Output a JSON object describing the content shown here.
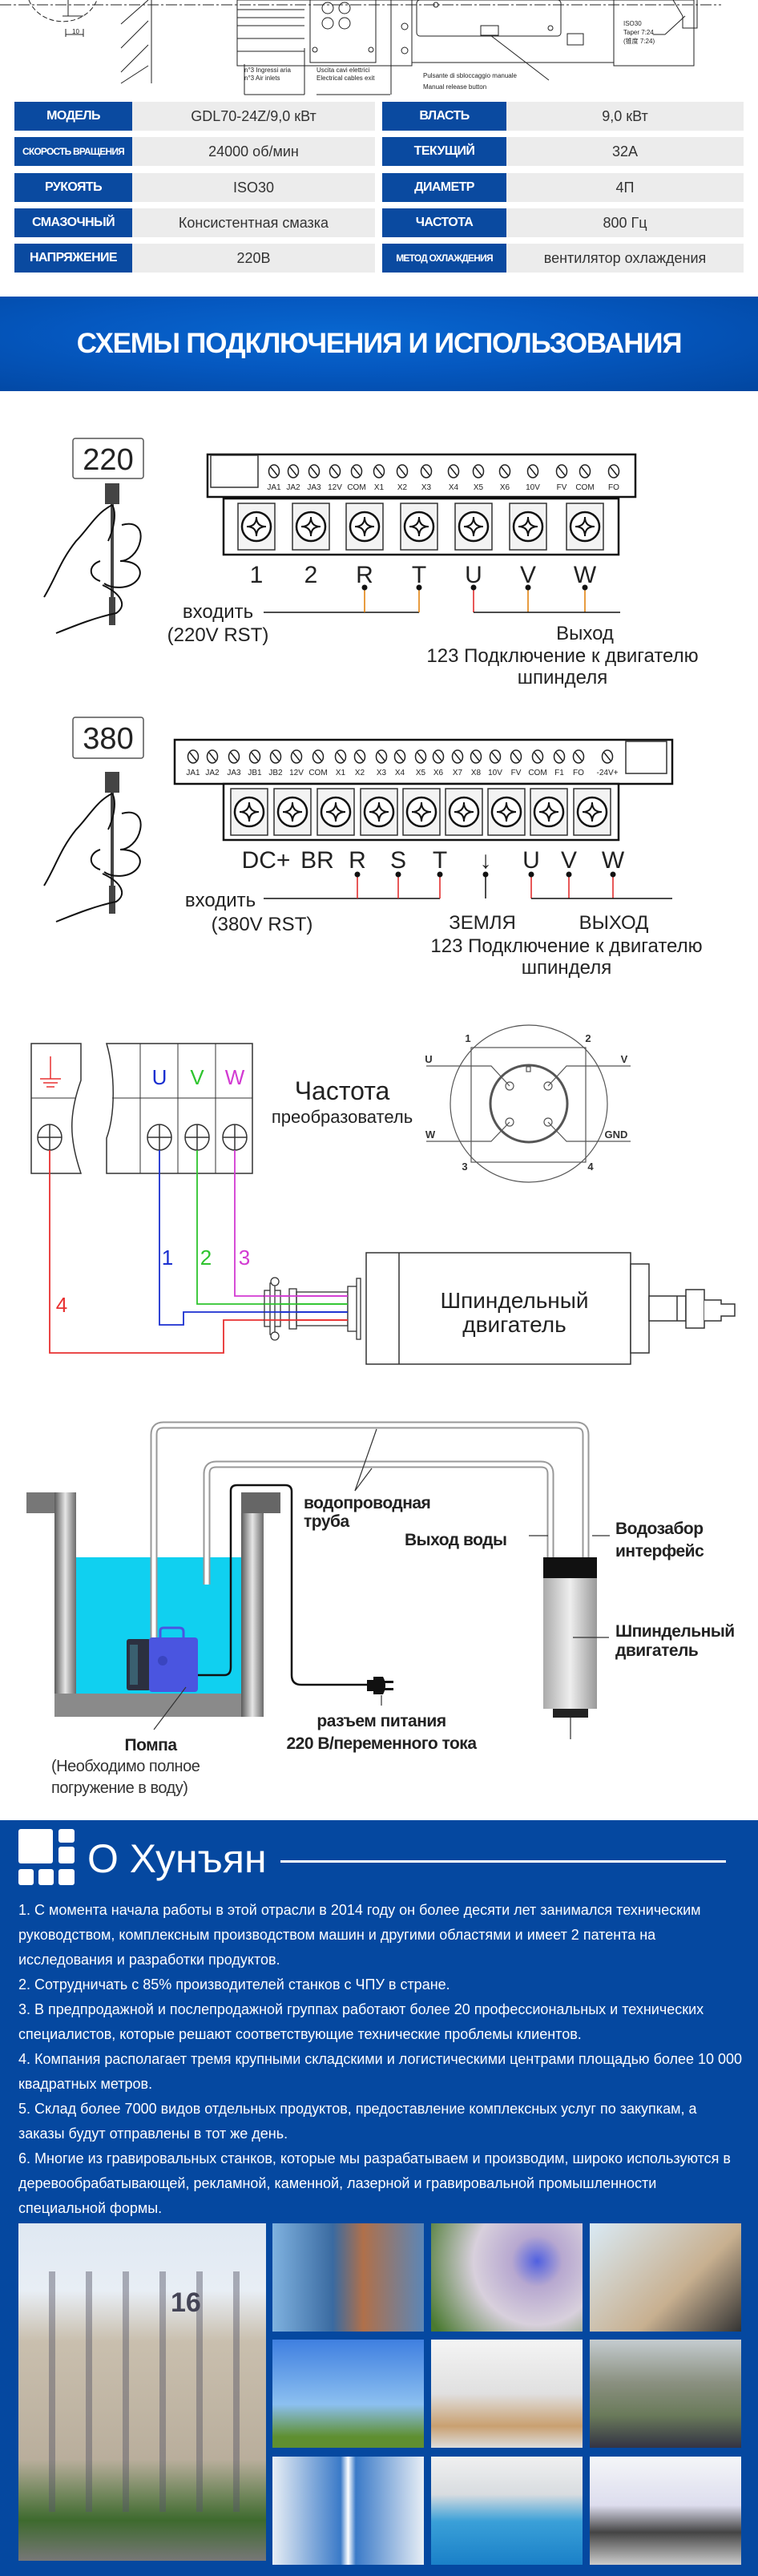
{
  "drawing": {
    "air_inlets_it": "n°3 Ingressi aria",
    "air_inlets_en": "n°3 Air inlets",
    "cables_it": "Uscita cavi elettrici",
    "cables_en": "Electrical cables exit",
    "release_it": "Pulsante di sbloccaggio manuale",
    "release_en": "Manual release button",
    "taper_1": "ISO30",
    "taper_2": "Taper 7:24",
    "taper_3": "(锥度 7:24)",
    "dim": "10"
  },
  "specs": [
    {
      "left_label": "МОДЕЛЬ",
      "left_value": "GDL70-24Z/9,0 кВт",
      "right_label": "ВЛАСТЬ",
      "right_value": "9,0 кВт"
    },
    {
      "left_label": "СКОРОСТЬ ВРАЩЕНИЯ",
      "left_value": "24000 об/мин",
      "right_label": "ТЕКУЩИЙ",
      "right_value": "32A"
    },
    {
      "left_label": "РУКОЯТЬ",
      "left_value": "ISO30",
      "right_label": "ДИАМЕТР",
      "right_value": "4П"
    },
    {
      "left_label": "СМАЗОЧНЫЙ",
      "left_value": "Консистентная смазка",
      "right_label": "ЧАСТОТА",
      "right_value": "800 Гц"
    },
    {
      "left_label": "НАПРЯЖЕНИЕ",
      "left_value": "220В",
      "right_label": "МЕТОД ОХЛАЖДЕНИЯ",
      "right_value": "вентилятор охлаждения"
    }
  ],
  "banner": {
    "title": "СХЕМЫ ПОДКЛЮЧЕНИЯ И ИСПОЛЬЗОВАНИЯ"
  },
  "wiring_220": {
    "voltage": "220",
    "control_terminals": [
      "JA1",
      "JA2",
      "JA3",
      "12V",
      "COM",
      "X1",
      "X2",
      "X3",
      "X4",
      "X5",
      "X6",
      "10V",
      "FV",
      "COM",
      "FO"
    ],
    "power_terminals": [
      "1",
      "2",
      "R",
      "T",
      "U",
      "V",
      "W"
    ],
    "input_label": "входить",
    "input_sub": "(220V RST)",
    "output_label": "Выход",
    "output_desc_1": "123 Подключение к двигателю",
    "output_desc_2": "шпинделя"
  },
  "wiring_380": {
    "voltage": "380",
    "control_terminals": [
      "JA1",
      "JA2",
      "JA3",
      "JB1",
      "JB2",
      "12V",
      "COM",
      "X1",
      "X2",
      "X3",
      "X4",
      "X5",
      "X6",
      "X7",
      "X8",
      "10V",
      "FV",
      "COM",
      "F1",
      "FO",
      "-24V+"
    ],
    "power_terminals": [
      "DC+",
      "BR",
      "R",
      "S",
      "T",
      "↓",
      "U",
      "V",
      "W"
    ],
    "input_label": "входить",
    "input_sub": "(380V RST)",
    "ground_label": "ЗЕМЛЯ",
    "output_label": "ВЫХОД",
    "output_desc_1": "123 Подключение к двигателю",
    "output_desc_2": "шпинделя"
  },
  "motor_wiring": {
    "terminals": [
      "U",
      "V",
      "W"
    ],
    "wire_numbers": [
      "1",
      "2",
      "3",
      "4"
    ],
    "inverter_1": "Частота",
    "inverter_2": "преобразователь",
    "plug_pins": [
      "1",
      "2",
      "3",
      "4"
    ],
    "plug_signals": [
      "U",
      "V",
      "W",
      "GND"
    ],
    "motor_1": "Шпиндельный",
    "motor_2": "двигатель",
    "colors": {
      "U": "#1a2fd0",
      "V": "#2ec42e",
      "W": "#d23ad2",
      "ground": "#e83030"
    }
  },
  "cooling": {
    "pipe_1": "водопроводная",
    "pipe_2": "труба",
    "water_out": "Выход воды",
    "water_in_1": "Водозабор",
    "water_in_2": "интерфейс",
    "spindle_1": "Шпиндельный",
    "spindle_2": "двигатель",
    "power_1": "разъем питания",
    "power_2": "220 В/переменного тока",
    "pump": "Помпа",
    "pump_note_1": "(Необходимо полное",
    "pump_note_2": "погружение в воду)",
    "water_color": "#10d0f0"
  },
  "about": {
    "title": "О Хунъян",
    "items": [
      "1. С момента начала работы в этой отрасли в 2014 году он более десяти лет занимался техническим руководством, комплексным производством машин и другими областями и имеет 2 патента на исследования и разработки продуктов.",
      "2. Сотрудничать с 85% производителей станков с ЧПУ в стране.",
      "3. В предпродажной и послепродажной группах работают более 20 профессиональных и технических специалистов, которые решают соответствующие технические проблемы клиентов.",
      "4. Компания располагает тремя крупными складскими и логистическими центрами площадью более 10 000 квадратных метров.",
      "5. Склад более 7000 видов отдельных продуктов, предоставление комплексных услуг по закупкам, а заказы будут отправлены в тот же день.",
      "6. Многие из гравировальных станков, которые мы разрабатываем и производим, широко используются в деревообрабатывающей, рекламной, каменной, лазерной и гравировальной промышленности специальной формы."
    ],
    "building_number": "16",
    "background_color": "#0548a0"
  }
}
